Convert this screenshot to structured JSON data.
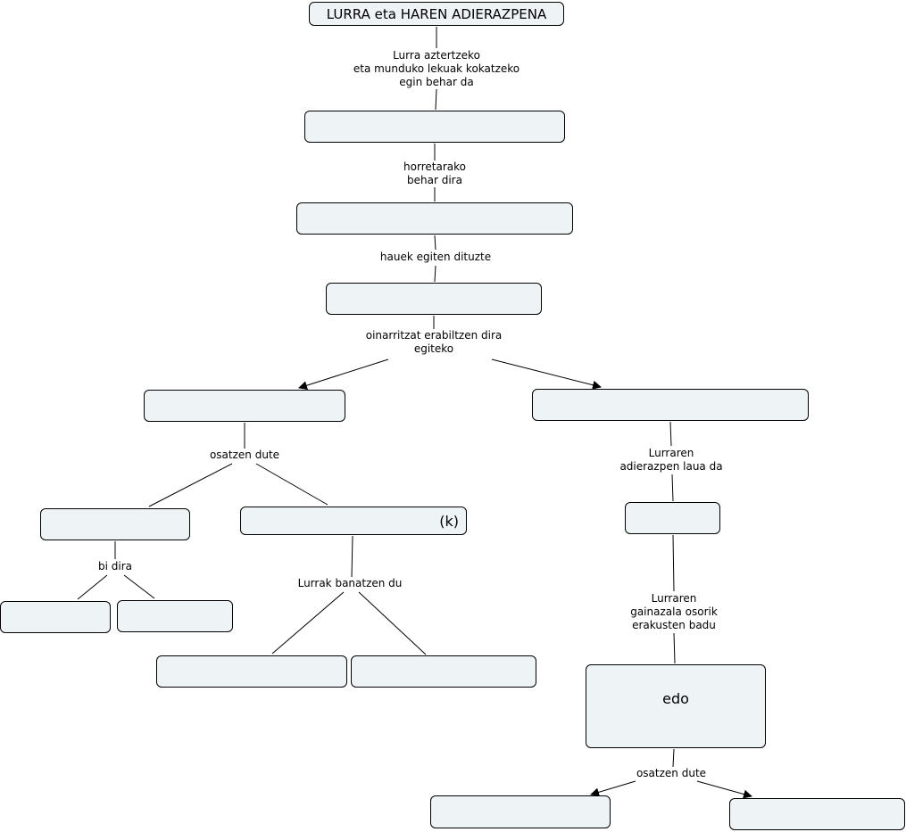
{
  "nodes": {
    "title": "LURRA eta HAREN ADIERAZPENA",
    "n1": "",
    "n2": "",
    "n3": "",
    "left_branch": "",
    "right_branch": "",
    "left_a": "",
    "left_b": "(k)",
    "left_a1": "",
    "left_a2": "",
    "left_b1": "",
    "left_b2": "",
    "right_flat": "",
    "right_edo": "edo",
    "right_out1": "",
    "right_out2": ""
  },
  "links": {
    "l1": "Lurra aztertzeko\neta munduko lekuak kokatzeko\negin behar da",
    "l2": "horretarako\nbehar dira",
    "l3": "hauek egiten dituzte",
    "l4": "oinarritzat erabiltzen dira\negiteko",
    "l5": "osatzen dute",
    "l6": "bi dira",
    "l7": "Lurrak banatzen du",
    "l8": "Lurraren\nadierazpen laua da",
    "l9": "Lurraren\ngainazala osorik\nerakusten badu",
    "l10": "osatzen dute"
  }
}
